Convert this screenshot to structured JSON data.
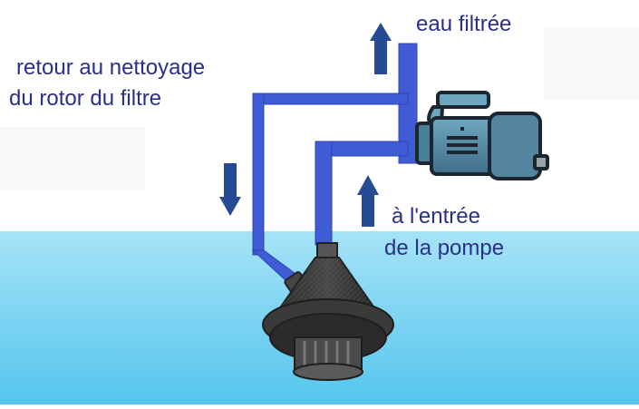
{
  "labels": {
    "filtered_water": "eau filtrée",
    "return_line_1": "retour au nettoyage",
    "return_line_2": "du rotor du filtre",
    "pump_inlet_line_1": "à l'entrée",
    "pump_inlet_line_2": "de la pompe"
  },
  "colors": {
    "pipe": "#3f5bd6",
    "arrow": "#274a95",
    "text": "#2a2f8c",
    "water_top": "#9fe0f6",
    "water_bottom": "#5cc8ee",
    "pump_body": "#4a7f99",
    "filter_body": "#3b3b3b"
  },
  "icons": [
    "arrow-up-icon",
    "arrow-down-icon",
    "pump-icon",
    "filter-icon"
  ]
}
